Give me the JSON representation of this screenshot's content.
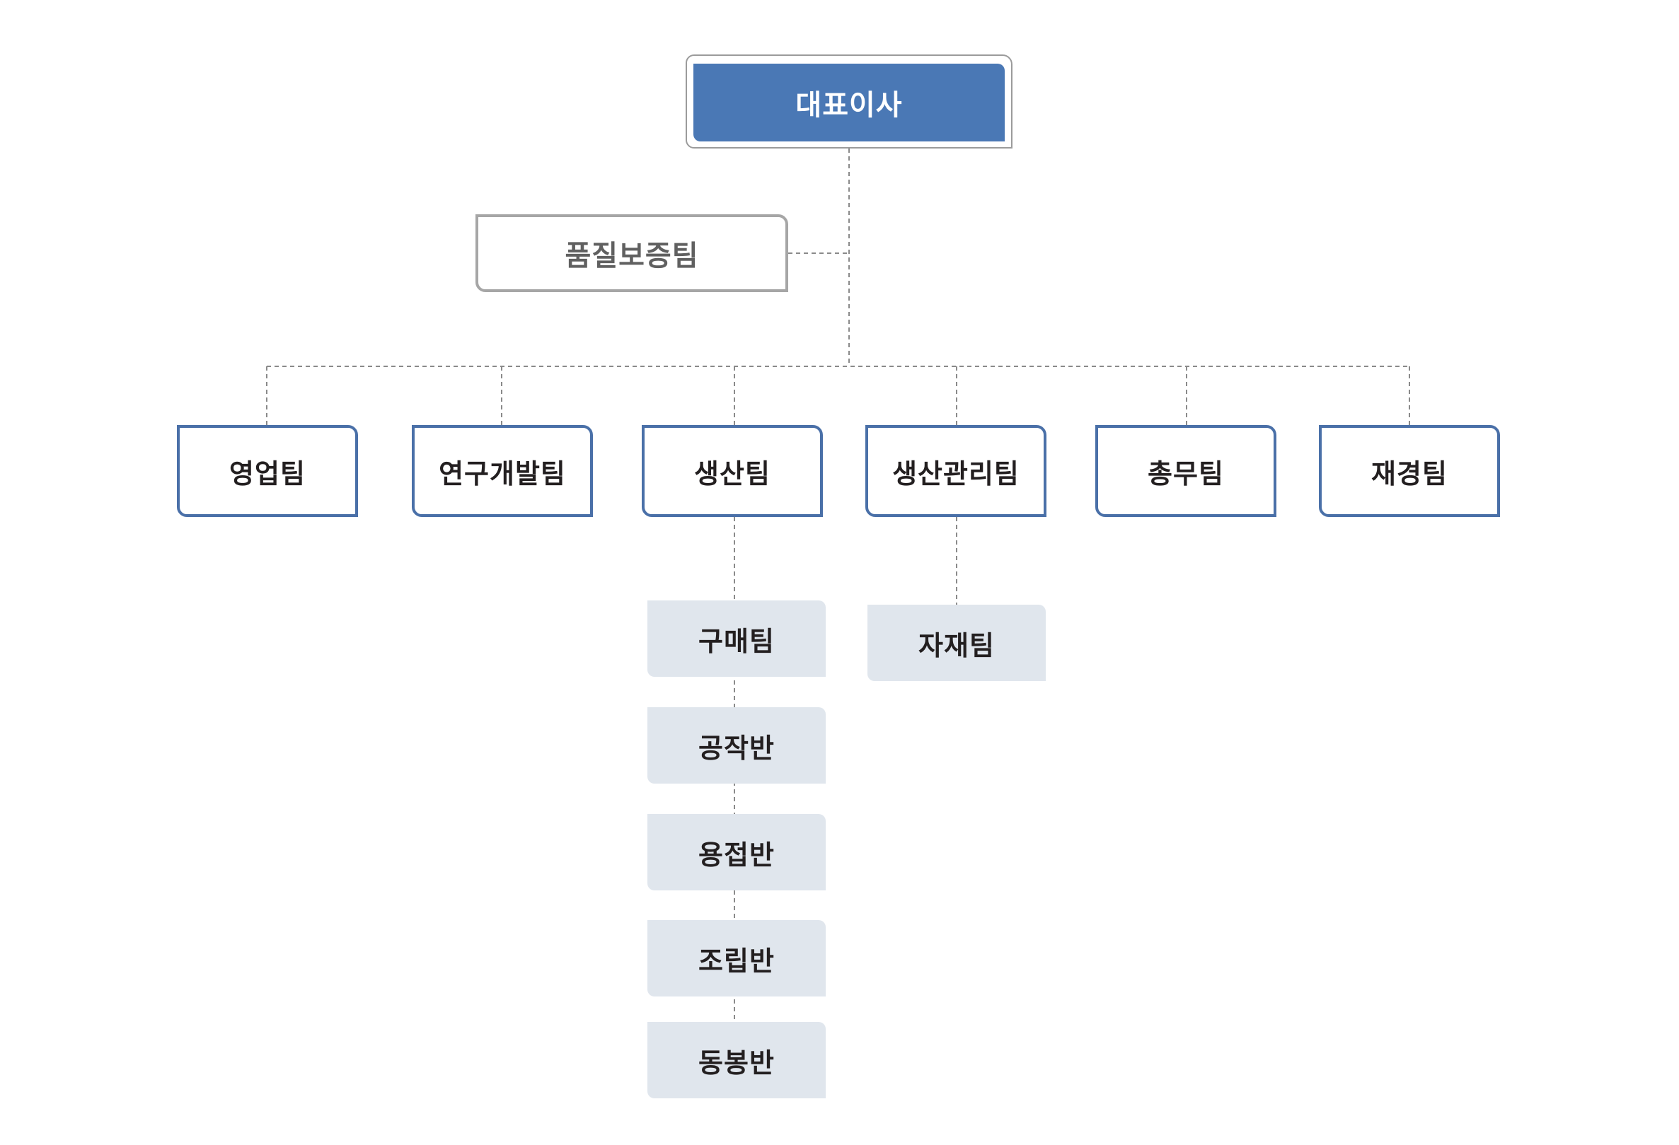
{
  "org_chart": {
    "ceo": "대표이사",
    "quality_assurance": "품질보증팀",
    "departments": [
      "영업팀",
      "연구개발팀",
      "생산팀",
      "생산관리팀",
      "총무팀",
      "재경팀"
    ],
    "production_units": [
      "구매팀",
      "공작반",
      "용접반",
      "조립반",
      "동봉반"
    ],
    "production_management_units": [
      "자재팀"
    ]
  },
  "colors": {
    "ceo_fill": "#4a78b5",
    "department_border": "#4a70a8",
    "sub_unit_fill": "#e0e6ed",
    "connector": "#8a8a8a"
  }
}
